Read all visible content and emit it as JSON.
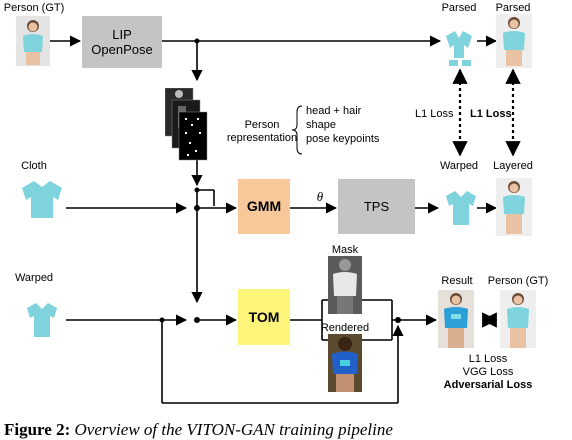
{
  "inputs": {
    "person_gt_top": "Person (GT)",
    "cloth": "Cloth",
    "warped_input": "Warped"
  },
  "modules": {
    "lip_openpose": [
      "LIP",
      "OpenPose"
    ],
    "gmm": "GMM",
    "tps": "TPS",
    "tom": "TOM",
    "theta": "θ"
  },
  "person_representation": {
    "label": [
      "Person",
      "representation"
    ],
    "components": [
      "head + hair",
      "shape",
      "pose keypoints"
    ]
  },
  "outputs": {
    "parsed_left": "Parsed",
    "parsed_right": "Parsed",
    "warped_out": "Warped",
    "layered": "Layered",
    "mask": "Mask",
    "rendered": "Rendered",
    "result": "Result",
    "person_gt_right": "Person (GT)"
  },
  "losses": {
    "l1_left": "L1 Loss",
    "l1_right": "L1 Loss",
    "tom_losses": [
      "L1 Loss",
      "VGG Loss",
      "Adversarial Loss"
    ]
  },
  "caption": {
    "prefix": "Figure 2:",
    "text": "Overview of the VITON-GAN training pipeline"
  },
  "colors": {
    "gmm": "#f9c89a",
    "tom": "#fdf57a",
    "module_gray": "#c4c4c4",
    "cloth": "#7fd3dc"
  }
}
